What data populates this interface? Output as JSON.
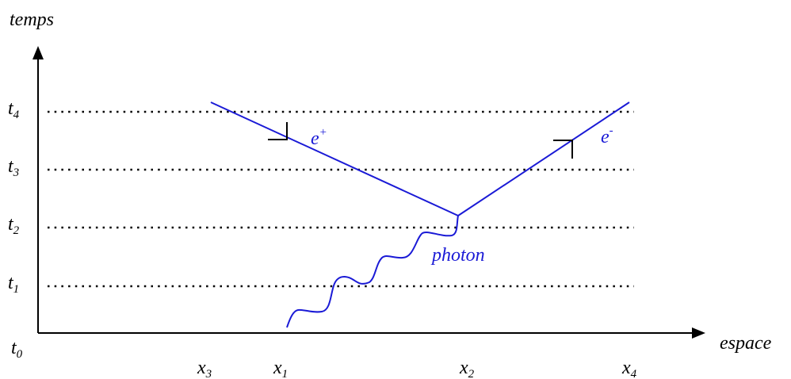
{
  "axes": {
    "y_label": "temps",
    "x_label": "espace"
  },
  "time_labels": [
    {
      "base": "t",
      "sub": "0"
    },
    {
      "base": "t",
      "sub": "1"
    },
    {
      "base": "t",
      "sub": "2"
    },
    {
      "base": "t",
      "sub": "3"
    },
    {
      "base": "t",
      "sub": "4"
    }
  ],
  "space_labels": [
    {
      "base": "x",
      "sub": "3"
    },
    {
      "base": "x",
      "sub": "1"
    },
    {
      "base": "x",
      "sub": "2"
    },
    {
      "base": "x",
      "sub": "4"
    }
  ],
  "particles": {
    "positron": {
      "base": "e",
      "sup": "+"
    },
    "electron": {
      "base": "e",
      "sup": "-"
    },
    "photon": "photon"
  },
  "colors": {
    "axis": "#000000",
    "worldline": "#1a1ad6"
  }
}
